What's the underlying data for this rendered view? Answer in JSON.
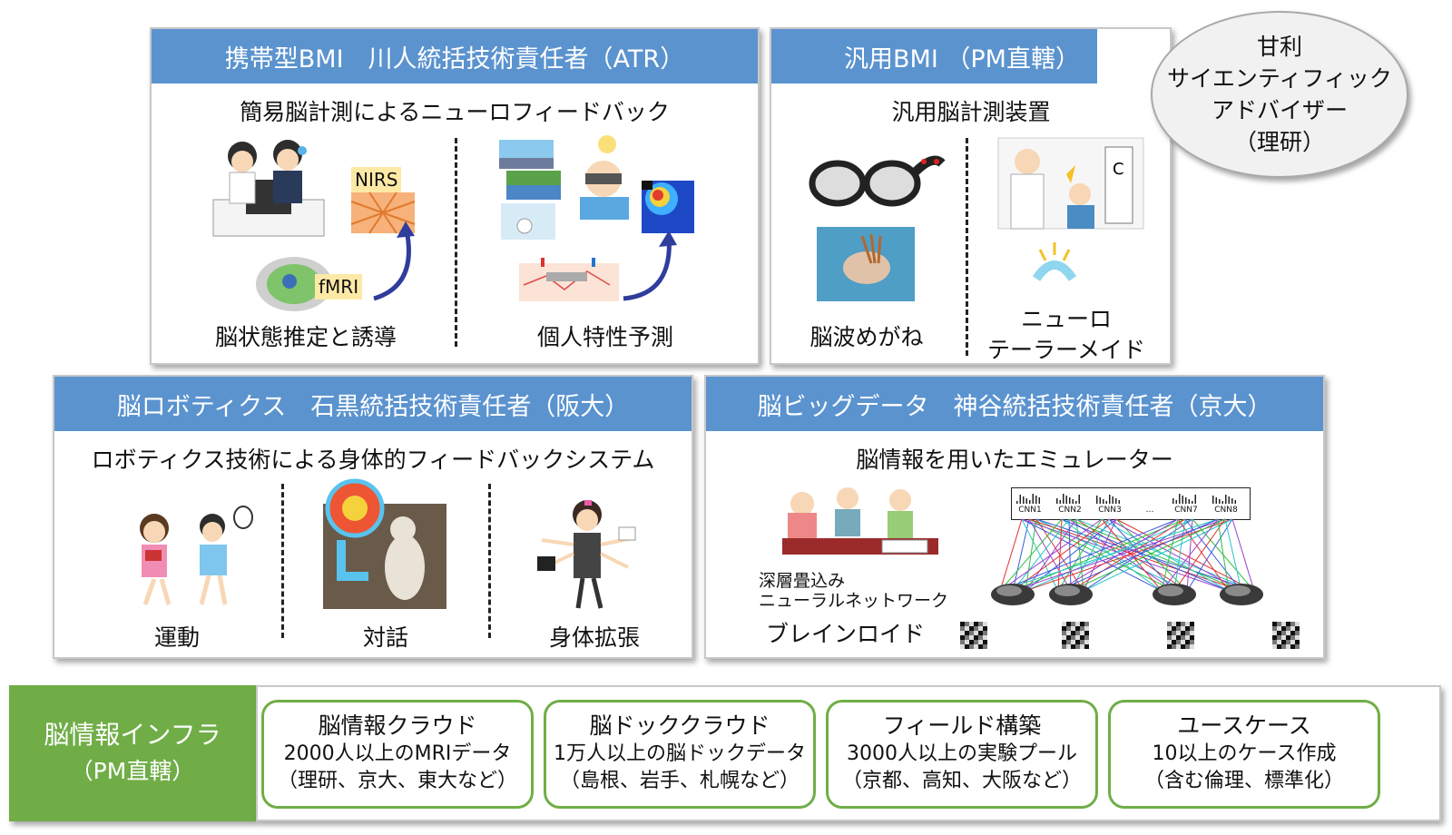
{
  "top_left": {
    "header": "携帯型BMI　川人統括技術責任者（ATR）",
    "subtitle": "簡易脳計測によるニューロフィードバック",
    "tag_nirs": "NIRS",
    "tag_fmri": "fMRI",
    "label_left": "脳状態推定と誘導",
    "label_right": "個人特性予測"
  },
  "top_mid": {
    "header": "汎用BMI （PM直轄）",
    "subtitle": "汎用脳計測装置",
    "label_left": "脳波めがね",
    "label_right_1": "ニューロ",
    "label_right_2": "テーラーメイド"
  },
  "advisor": {
    "line1": "甘利",
    "line2": "サイエンティフィック",
    "line3": "アドバイザー",
    "line4": "（理研）"
  },
  "mid_left": {
    "header": "脳ロボティクス　石黒統括技術責任者（阪大）",
    "subtitle": "ロボティクス技術による身体的フィードバックシステム",
    "labels": [
      "運動",
      "対話",
      "身体拡張"
    ]
  },
  "mid_right": {
    "header": "脳ビッグデータ　神谷統括技術責任者（京大）",
    "subtitle": "脳情報を用いたエミュレーター",
    "cnn_labels": [
      "CNN1",
      "CNN2",
      "CNN3",
      "…",
      "CNN7",
      "CNN8"
    ],
    "caption_1": "深層畳込み",
    "caption_2": "ニューラルネットワーク",
    "caption_3": "ブレインロイド"
  },
  "infra": {
    "title": "脳情報インフラ",
    "subtitle": "（PM直轄）",
    "boxes": [
      {
        "title": "脳情報クラウド",
        "line1": "2000人以上のMRIデータ",
        "line2": "（理研、京大、東大など）"
      },
      {
        "title": "脳ドッククラウド",
        "line1": "1万人以上の脳ドックデータ",
        "line2": "（島根、岩手、札幌など）"
      },
      {
        "title": "フィールド構築",
        "line1": "3000人以上の実験プール",
        "line2": "（京都、高知、大阪など）"
      },
      {
        "title": "ユースケース",
        "line1": "10以上のケース作成",
        "line2": "（含む倫理、標準化）"
      }
    ]
  },
  "colors": {
    "header_blue": "#5b93cf",
    "infra_green": "#70ad47",
    "tag_yellow": "#fde9a6",
    "arrow_blue": "#2f3d9c"
  }
}
